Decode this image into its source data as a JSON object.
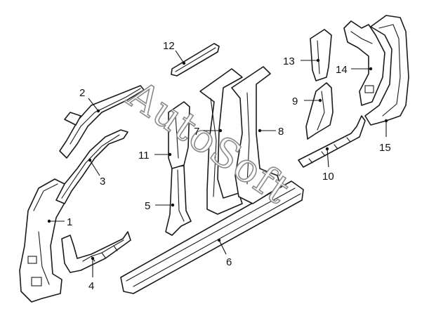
{
  "watermark": "AutoSoft",
  "callouts": {
    "c1": "1",
    "c2": "2",
    "c3": "3",
    "c4": "4",
    "c5": "5",
    "c6": "6",
    "c7": "7",
    "c8": "8",
    "c9": "9",
    "c10": "10",
    "c11": "11",
    "c12": "12",
    "c13": "13",
    "c14": "14",
    "c15": "15"
  },
  "colors": {
    "line": "#1a1a1a",
    "watermark_outline": "#8a8a8a",
    "background": "#ffffff"
  }
}
